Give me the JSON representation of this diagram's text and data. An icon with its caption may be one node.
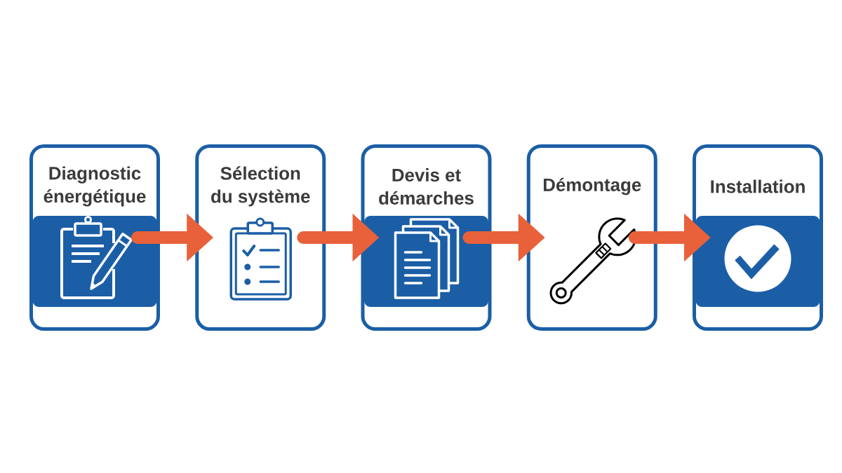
{
  "diagram": {
    "nodes": [
      {
        "text": [
          "Diagnostic énergétique"
        ]
      },
      {
        "text": [
          "Sélection du système"
        ]
      },
      {
        "text": [
          "Devis et démarches"
        ]
      },
      {
        "text": [
          "Démontage"
        ]
      },
      {
        "text": [
          "Installation"
        ]
      }
    ],
    "edges": [
      {
        "from": 0,
        "to": 1,
        "arrow": "to"
      },
      {
        "from": 1,
        "to": 2,
        "arrow": "to"
      },
      {
        "from": 2,
        "to": 3,
        "arrow": "to"
      },
      {
        "from": 3,
        "to": 4,
        "arrow": "to"
      }
    ]
  }
}
